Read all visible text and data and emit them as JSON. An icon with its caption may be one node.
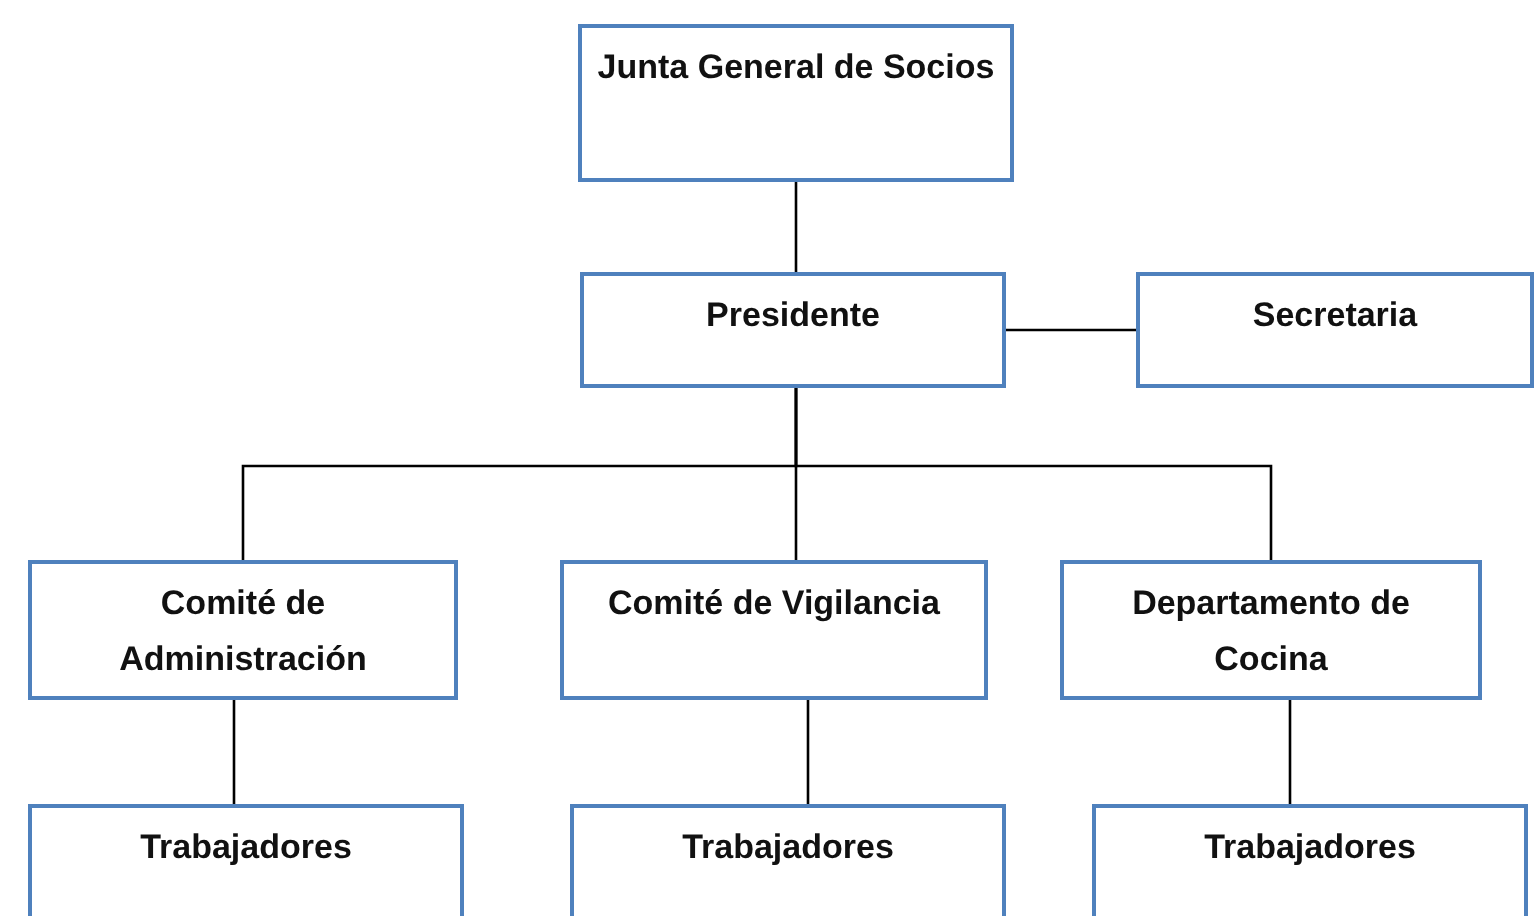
{
  "diagram": {
    "nodes": [
      {
        "text": [
          "Junta General de Socios"
        ]
      },
      {
        "text": [
          "Presidente"
        ]
      },
      {
        "text": [
          "Secretaria"
        ]
      },
      {
        "text": [
          "Comité de Administración"
        ]
      },
      {
        "text": [
          "Comité de Vigilancia"
        ]
      },
      {
        "text": [
          "Departamento de Cocina"
        ]
      },
      {
        "text": [
          "Trabajadores"
        ]
      },
      {
        "text": [
          "Trabajadores"
        ]
      },
      {
        "text": [
          "Trabajadores"
        ]
      }
    ],
    "edges": [
      {
        "from": 0,
        "to": 1,
        "arrow": "none"
      },
      {
        "from": 1,
        "to": 2,
        "arrow": "none"
      },
      {
        "from": 1,
        "to": 3,
        "arrow": "none"
      },
      {
        "from": 1,
        "to": 4,
        "arrow": "none"
      },
      {
        "from": 1,
        "to": 5,
        "arrow": "none"
      },
      {
        "from": 3,
        "to": 6,
        "arrow": "none"
      },
      {
        "from": 4,
        "to": 7,
        "arrow": "none"
      },
      {
        "from": 5,
        "to": 8,
        "arrow": "none"
      }
    ]
  }
}
